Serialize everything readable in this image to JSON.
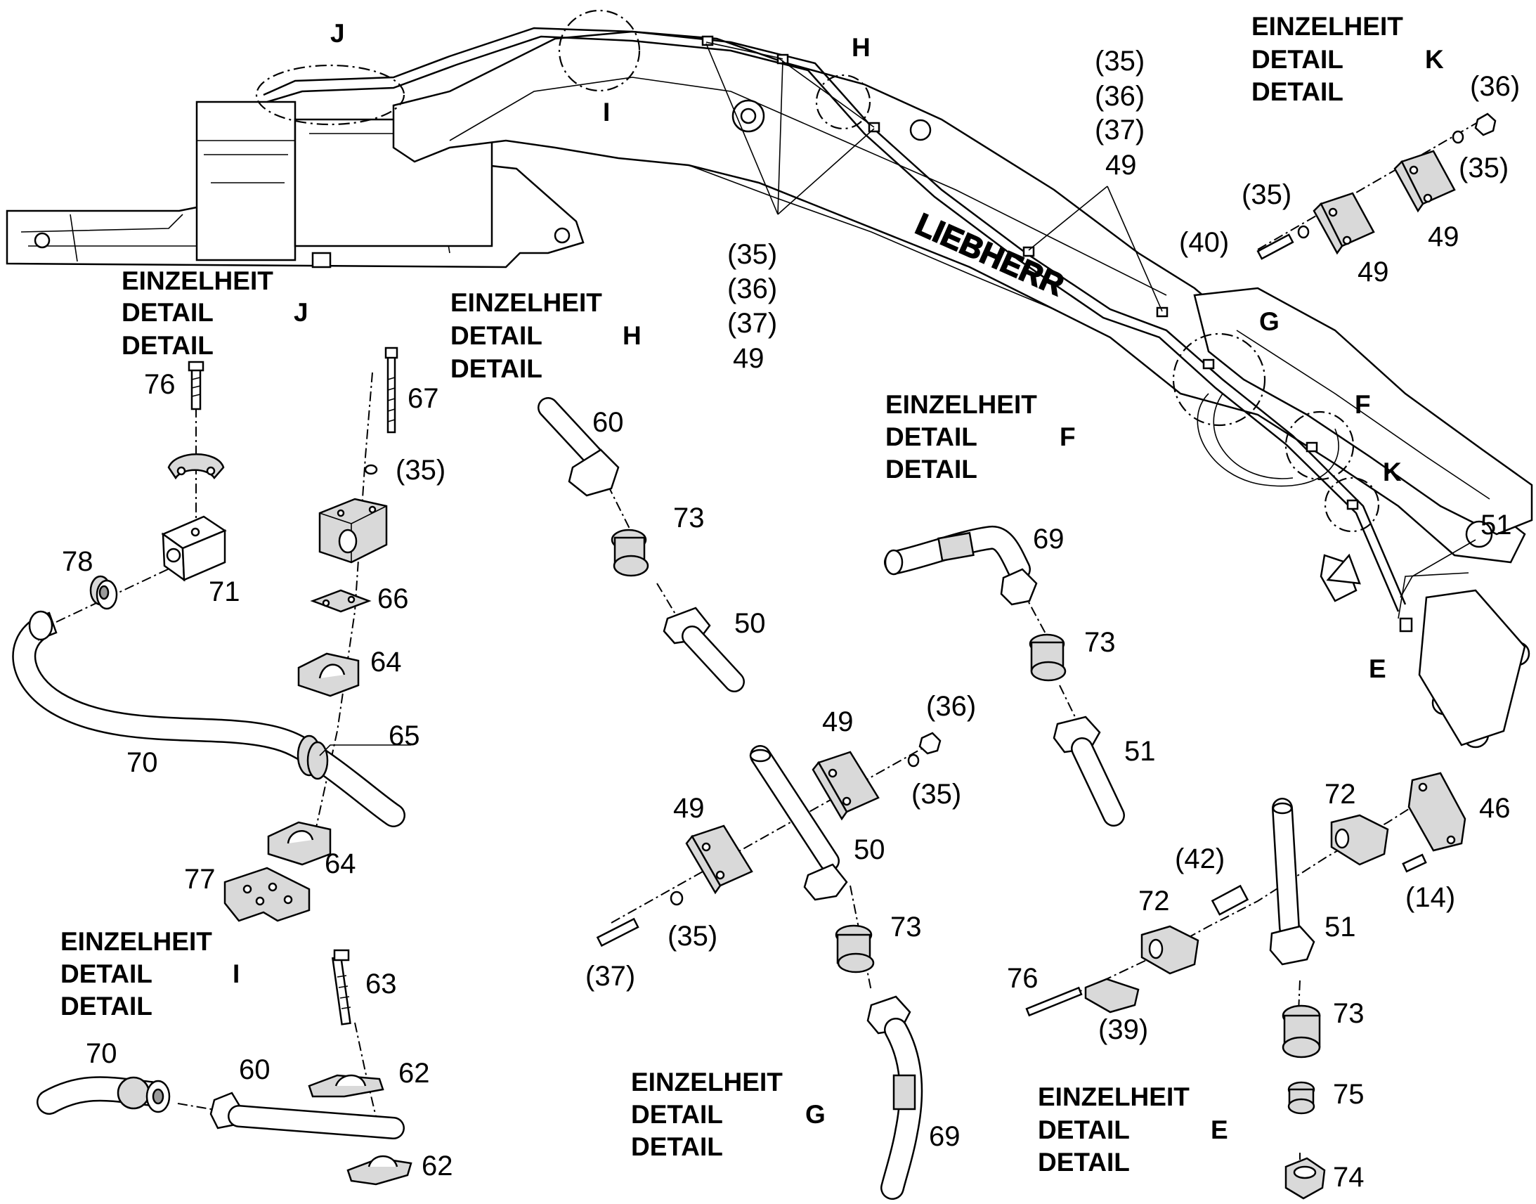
{
  "detail_words": {
    "einzelheit": "EINZELHEIT",
    "detail": "DETAIL"
  },
  "detail_letters": {
    "J": "J",
    "H": "H",
    "F": "F",
    "I": "I",
    "G": "G",
    "E": "E",
    "K": "K"
  },
  "overview_labels": {
    "J": "J",
    "I": "I",
    "H": "H",
    "G": "G",
    "F": "F",
    "K": "K",
    "E": "E"
  },
  "callout_stacks": {
    "boom_mid": [
      "(35)",
      "(36)",
      "(37)",
      "49"
    ],
    "boom_upper": [
      "(35)",
      "(36)",
      "(37)",
      "49"
    ]
  },
  "part_labels": {
    "j_76": "76",
    "j_67": "67",
    "j_35": "(35)",
    "j_78": "78",
    "j_71": "71",
    "j_66": "66",
    "j_64a": "64",
    "j_65": "65",
    "j_70": "70",
    "j_64b": "64",
    "j_77": "77",
    "h_60": "60",
    "h_73": "73",
    "h_50": "50",
    "k_36a": "(36)",
    "k_35a": "(35)",
    "k_35b": "(35)",
    "k_40": "(40)",
    "k_49a": "49",
    "k_49b": "49",
    "f_69": "69",
    "f_73": "73",
    "f_51": "51",
    "e_51top": "51",
    "g_49a": "49",
    "g_36": "(36)",
    "g_35a": "(35)",
    "g_49b": "49",
    "g_50": "50",
    "g_73": "73",
    "g_35b": "(35)",
    "g_37": "(37)",
    "g_69": "69",
    "i_63": "63",
    "i_70": "70",
    "i_60": "60",
    "i_62a": "62",
    "i_62b": "62",
    "e_72a": "72",
    "e_46": "46",
    "e_42": "(42)",
    "e_14": "(14)",
    "e_72b": "72",
    "e_51": "51",
    "e_76": "76",
    "e_39": "(39)",
    "e_73": "73",
    "e_75": "75",
    "e_74": "74"
  },
  "brand": "LIEBHERR"
}
